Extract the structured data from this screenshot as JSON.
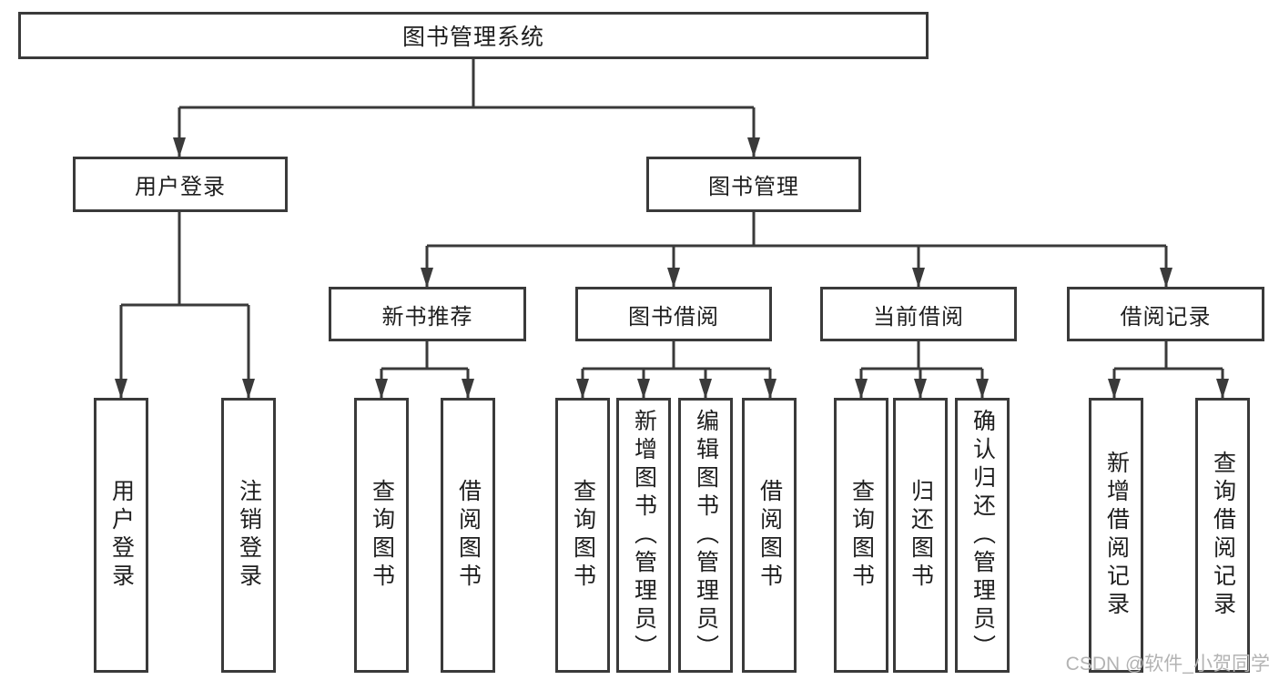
{
  "diagram": {
    "tree": {
      "label": "图书管理系统",
      "children": [
        {
          "label": "用户登录",
          "children": [
            {
              "label": "用户登录"
            },
            {
              "label": "注销登录"
            }
          ]
        },
        {
          "label": "图书管理",
          "children": [
            {
              "label": "新书推荐",
              "children": [
                {
                  "label": "查询图书"
                },
                {
                  "label": "借阅图书"
                }
              ]
            },
            {
              "label": "图书借阅",
              "children": [
                {
                  "label": "查询图书"
                },
                {
                  "label": "新增图书（管理员）"
                },
                {
                  "label": "编辑图书（管理员）"
                },
                {
                  "label": "借阅图书"
                }
              ]
            },
            {
              "label": "当前借阅",
              "children": [
                {
                  "label": "查询图书"
                },
                {
                  "label": "归还图书"
                },
                {
                  "label": "确认归还（管理员）"
                }
              ]
            },
            {
              "label": "借阅记录",
              "children": [
                {
                  "label": "新增借阅记录"
                },
                {
                  "label": "查询借阅记录"
                }
              ]
            }
          ]
        }
      ]
    }
  },
  "watermark": {
    "text": "CSDN @软件_小贺同学"
  },
  "colors": {
    "line": "#3a3a3a",
    "box_border": "#3a3a3a",
    "text": "#1e1e1e",
    "watermark": "#b3b3b3",
    "background": "#ffffff"
  }
}
